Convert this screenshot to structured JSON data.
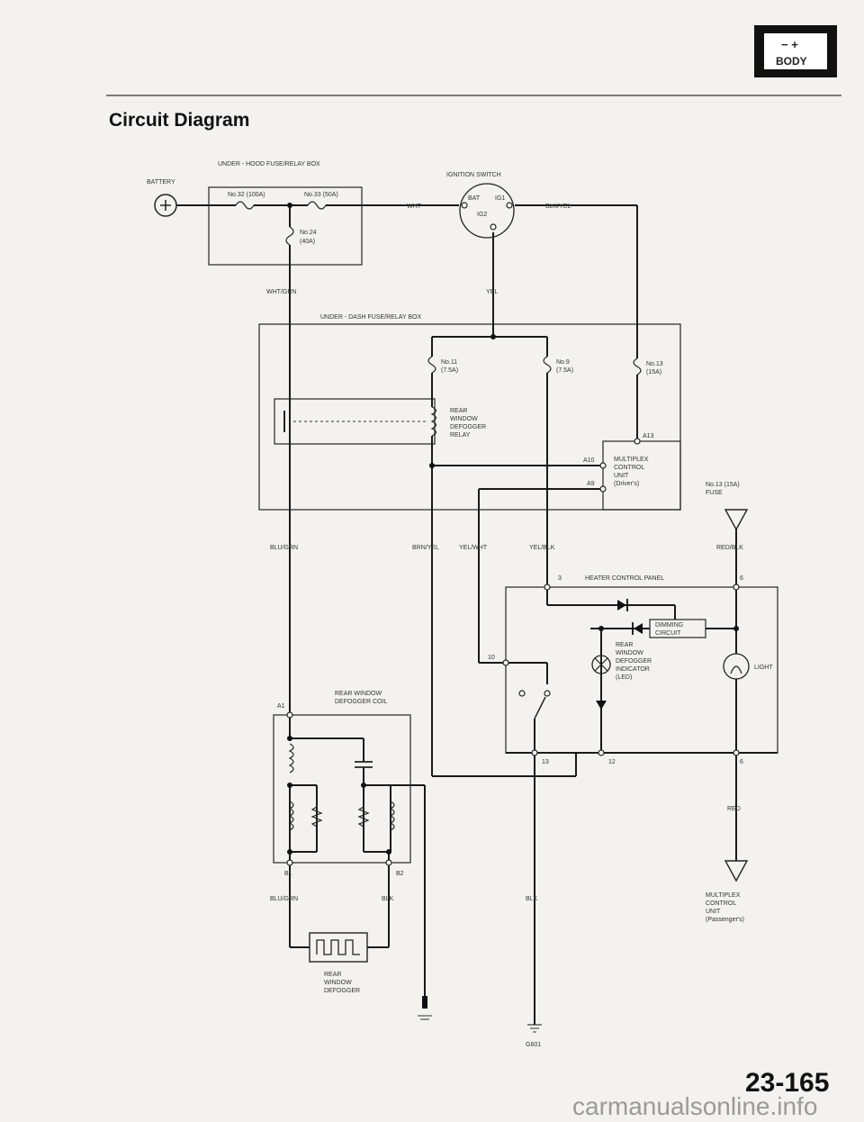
{
  "badge": {
    "symbols": "−  +",
    "label": "BODY"
  },
  "title": "Circuit Diagram",
  "page_number": "23-165",
  "watermark": "carmanualsonline.info",
  "labels": {
    "underhood_box": "UNDER - HOOD FUSE/RELAY BOX",
    "battery": "BATTERY",
    "fuse_32": "No.32 (100A)",
    "fuse_33": "No.33 (50A)",
    "fuse_24": "No.24",
    "fuse_24_rating": "(40A)",
    "ignition_switch": "IGNITION SWITCH",
    "bat": "BAT",
    "ig1": "IG1",
    "ig2": "IG2",
    "wht": "WHT",
    "blk_yel": "BLK/YEL",
    "wht_grn": "WHT/GRN",
    "yel": "YEL",
    "underdash_box": "UNDER - DASH FUSE/RELAY BOX",
    "fuse_11": "No.11",
    "fuse_11_rating": "(7.5A)",
    "fuse_9": "No.9",
    "fuse_9_rating": "(7.5A)",
    "fuse_13": "No.13",
    "fuse_13_rating": "(15A)",
    "relay": [
      "REAR",
      "WINDOW",
      "DEFOGGER",
      "RELAY"
    ],
    "a13": "A13",
    "a10": "A10",
    "a9": "A9",
    "mcu_driver": [
      "MULTIPLEX",
      "CONTROL",
      "UNIT",
      "(Driver's)"
    ],
    "fuse_13_fuse": [
      "No.13 (15A)",
      "FUSE"
    ],
    "blu_grn": "BLU/GRN",
    "brn_yel": "BRN/YEL",
    "yel_wht": "YEL/WHT",
    "yel_blk": "YEL/BLK",
    "red_blk": "RED/BLK",
    "hcp": "HEATER CONTROL PANEL",
    "pin_3": "3",
    "pin_6a": "6",
    "dimming": [
      "DIMMING",
      "CIRCUIT"
    ],
    "pin_10": "10",
    "indicator": [
      "REAR",
      "WINDOW",
      "DEFOGGER",
      "INDICATOR",
      "(LED)"
    ],
    "light": "LIGHT",
    "pin_13": "13",
    "pin_12": "12",
    "pin_6b": "6",
    "a1": "A1",
    "coil": [
      "REAR WINDOW",
      "DEFOGGER COIL"
    ],
    "b1": "B1",
    "b2": "B2",
    "blu_grn2": "BLU/GRN",
    "blk_a": "BLK",
    "blk_b": "BLK",
    "red": "RED",
    "mcu_pass": [
      "MULTIPLEX",
      "CONTROL",
      "UNIT",
      "(Passenger's)"
    ],
    "defogger": [
      "REAR",
      "WINDOW",
      "DEFOGGER"
    ],
    "g601": "G601"
  }
}
